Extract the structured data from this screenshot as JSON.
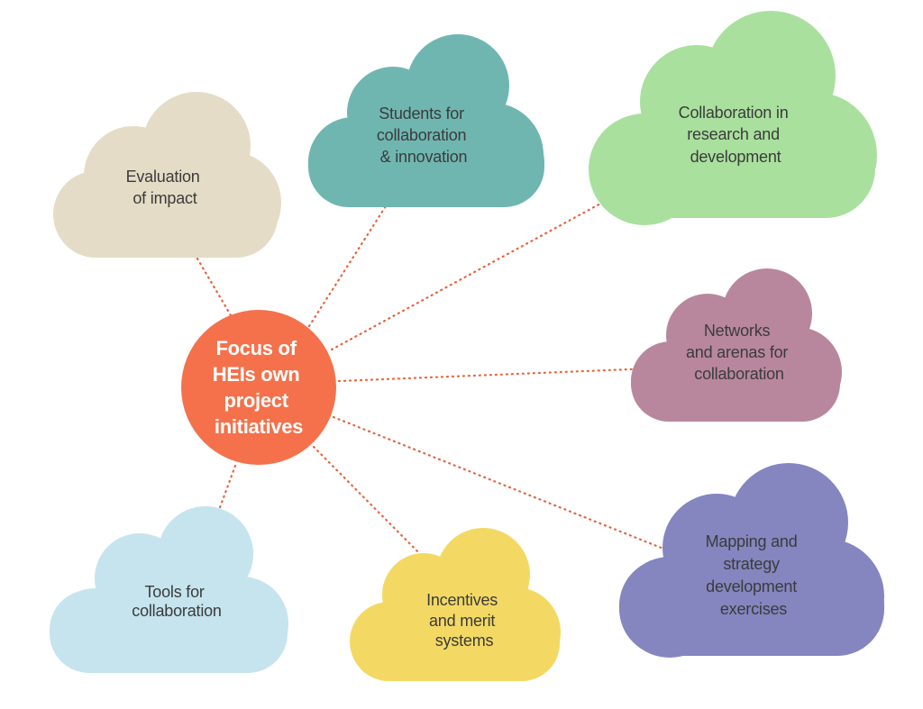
{
  "center": {
    "lines": [
      "Focus of",
      "HEIs own",
      "project",
      "initiatives"
    ],
    "color": "#f4714b"
  },
  "connector_color": "#e8623a",
  "clouds": [
    {
      "id": "evaluation",
      "lines": [
        "Evaluation",
        "of impact"
      ],
      "color": "#e4dcc6"
    },
    {
      "id": "students",
      "lines": [
        "Students for",
        "collaboration",
        "& innovation"
      ],
      "color": "#6fb6b1"
    },
    {
      "id": "research",
      "lines": [
        "Collaboration in",
        "research and",
        "development"
      ],
      "color": "#a9e09e"
    },
    {
      "id": "networks",
      "lines": [
        "Networks",
        "and arenas for",
        "collaboration"
      ],
      "color": "#b8879e"
    },
    {
      "id": "mapping",
      "lines": [
        "Mapping and",
        "strategy",
        "development",
        "exercises"
      ],
      "color": "#8585c0"
    },
    {
      "id": "incentives",
      "lines": [
        "Incentives",
        "and merit",
        "systems"
      ],
      "color": "#f3d964"
    },
    {
      "id": "tools",
      "lines": [
        "Tools for",
        "collaboration"
      ],
      "color": "#c5e4ee"
    }
  ]
}
